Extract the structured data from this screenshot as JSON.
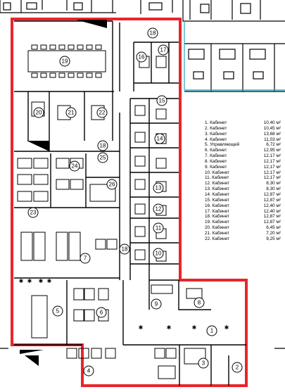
{
  "legend": {
    "rows": [
      {
        "name": "1. Кабинет",
        "area": "10,40 м²"
      },
      {
        "name": "2. Кабинет",
        "area": "10,45 м²"
      },
      {
        "name": "3. Кабинет",
        "area": "13,68 м²"
      },
      {
        "name": "4. Кабинет",
        "area": "11,03 м²"
      },
      {
        "name": "5. Управляющий",
        "area": "6,72 м²"
      },
      {
        "name": "6. Кабинет",
        "area": "12,95 м²"
      },
      {
        "name": "7. Кабинет",
        "area": "12,17 м²"
      },
      {
        "name": "8. Кабинет",
        "area": "12,17 м²"
      },
      {
        "name": "9. Кабинет",
        "area": "12,17 м²"
      },
      {
        "name": "10. Кабинет",
        "area": "12,17 м²"
      },
      {
        "name": "11. Кабинет",
        "area": "12,17 м²"
      },
      {
        "name": "12. Кабинет",
        "area": "8,30 м²"
      },
      {
        "name": "13. Кабинет",
        "area": "8,30 м²"
      },
      {
        "name": "14. Кабинет",
        "area": "12,87 м²"
      },
      {
        "name": "15. Кабинет",
        "area": "12,87 м²"
      },
      {
        "name": "16. Кабинет",
        "area": "12,40 м²"
      },
      {
        "name": "17. Кабинет",
        "area": "12,40 м²"
      },
      {
        "name": "18. Кабинет",
        "area": "12,87 м²"
      },
      {
        "name": "19. Кабинет",
        "area": "12,87 м²"
      },
      {
        "name": "20. Кабинет",
        "area": "6,45 м²"
      },
      {
        "name": "21. Кабинет",
        "area": "7,20 м²"
      },
      {
        "name": "22. Кабинет",
        "area": "9,25 м²"
      }
    ]
  },
  "room_numbers": [
    "1",
    "2",
    "3",
    "4",
    "5",
    "6",
    "7",
    "8",
    "9",
    "10",
    "11",
    "12",
    "13",
    "14",
    "15",
    "16",
    "17",
    "18",
    "18",
    "18",
    "19",
    "20",
    "21",
    "22",
    "23",
    "24",
    "25",
    "26"
  ],
  "colors": {
    "boundary": "#e8252b",
    "accent": "#2aa8c8",
    "wall": "#000000"
  }
}
